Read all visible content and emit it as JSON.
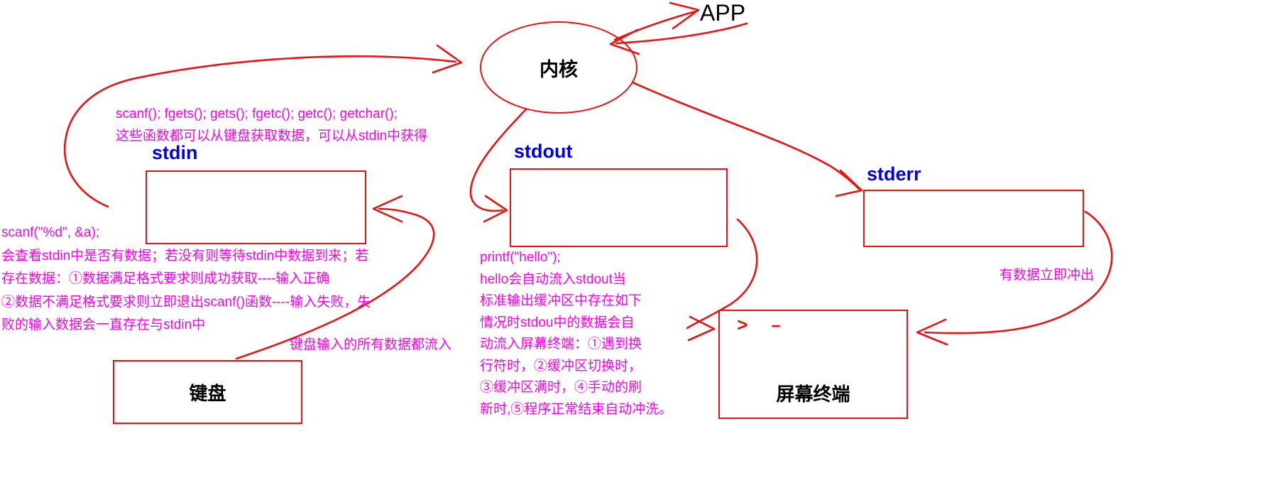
{
  "nodes": {
    "app": {
      "label": "APP"
    },
    "kernel": {
      "label": "内核"
    },
    "stdin": {
      "title": "stdin"
    },
    "stdout": {
      "title": "stdout"
    },
    "stderr": {
      "title": "stderr"
    },
    "keyboard": {
      "label": "键盘"
    },
    "screen": {
      "label": "屏幕终端",
      "prompt": "> –"
    }
  },
  "annotations": {
    "stdin_functions": [
      "scanf(); fgets(); gets(); fgetc(); getc(); getchar();",
      "这些函数都可以从键盘获取数据，可以从stdin中获得"
    ],
    "scanf_note": [
      "scanf(\"%d\", &a);",
      "会查看stdin中是否有数据；若没有则等待stdin中数据到来；若",
      "存在数据：①数据满足格式要求则成功获取----输入正确",
      "②数据不满足格式要求则立即退出scanf()函数----输入失败，失",
      "败的输入数据会一直存在与stdin中"
    ],
    "keyboard_flow": "键盘输入的所有数据都流入",
    "printf_note": [
      "printf(\"hello\");",
      "hello会自动流入stdout当",
      "标准输出缓冲区中存在如下",
      "情况时stdou中的数据会自",
      "动流入屏幕终端：①遇到换",
      "行符时，②缓冲区切换时，",
      "③缓冲区满时，④手动的刷",
      "新时,⑤程序正常结束自动冲洗。"
    ],
    "stderr_flush": "有数据立即冲出"
  },
  "colors": {
    "arrow": "#ee1111",
    "label": "#0000e0",
    "note": "#ff00ee",
    "ink": "#000000"
  }
}
